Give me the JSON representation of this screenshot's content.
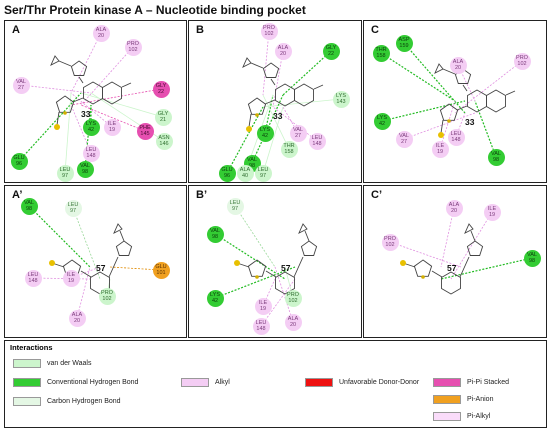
{
  "title": "Ser/Thr Protein kinase A – Nucleotide binding pocket",
  "colors": {
    "vdw": "#ccf5cc",
    "hb": "#33cc33",
    "chb": "#e4f7e4",
    "alkyl": "#f4cdf4",
    "unfav": "#ee1111",
    "pipi": "#e64fb0",
    "pianion": "#f0a020",
    "pialkyl": "#fadcfa"
  },
  "panels": [
    {
      "label": "A",
      "ligand": "33",
      "residues": [
        {
          "name": "ALA",
          "num": "20",
          "type": "alk"
        },
        {
          "name": "PRO",
          "num": "102",
          "type": "alk"
        },
        {
          "name": "VAL",
          "num": "27",
          "type": "alk"
        },
        {
          "name": "GLY",
          "num": "22",
          "type": "pipi"
        },
        {
          "name": "GLY",
          "num": "21",
          "type": "vdw"
        },
        {
          "name": "LYS",
          "num": "42",
          "type": "hb"
        },
        {
          "name": "ILE",
          "num": "19",
          "type": "alk"
        },
        {
          "name": "PHE",
          "num": "145",
          "type": "pipi"
        },
        {
          "name": "ASN",
          "num": "146",
          "type": "vdw"
        },
        {
          "name": "LEU",
          "num": "148",
          "type": "alk"
        },
        {
          "name": "GLU",
          "num": "96",
          "type": "hb"
        },
        {
          "name": "VAL",
          "num": "98",
          "type": "hb"
        },
        {
          "name": "LEU",
          "num": "97",
          "type": "vdw"
        }
      ]
    },
    {
      "label": "B",
      "ligand": "33",
      "residues": [
        {
          "name": "PRO",
          "num": "102",
          "type": "alk"
        },
        {
          "name": "ALA",
          "num": "20",
          "type": "alk"
        },
        {
          "name": "GLY",
          "num": "22",
          "type": "hb"
        },
        {
          "name": "LYS",
          "num": "143",
          "type": "vdw"
        },
        {
          "name": "LYS",
          "num": "42",
          "type": "hb"
        },
        {
          "name": "VAL",
          "num": "27",
          "type": "alk"
        },
        {
          "name": "THR",
          "num": "158",
          "type": "vdw"
        },
        {
          "name": "LEU",
          "num": "148",
          "type": "alk"
        },
        {
          "name": "VAL",
          "num": "98",
          "type": "hb"
        },
        {
          "name": "GLU",
          "num": "96",
          "type": "hb"
        },
        {
          "name": "ALA",
          "num": "40",
          "type": "vdw"
        },
        {
          "name": "LEU",
          "num": "97",
          "type": "vdw"
        }
      ]
    },
    {
      "label": "C",
      "ligand": "33",
      "residues": [
        {
          "name": "THR",
          "num": "158",
          "type": "hb"
        },
        {
          "name": "ASP",
          "num": "159",
          "type": "hb"
        },
        {
          "name": "ALA",
          "num": "20",
          "type": "alk"
        },
        {
          "name": "PRO",
          "num": "102",
          "type": "alk"
        },
        {
          "name": "LYS",
          "num": "42",
          "type": "hb"
        },
        {
          "name": "VAL",
          "num": "27",
          "type": "alk"
        },
        {
          "name": "ILE",
          "num": "19",
          "type": "alk"
        },
        {
          "name": "LEU",
          "num": "148",
          "type": "alk"
        },
        {
          "name": "VAL",
          "num": "98",
          "type": "hb"
        }
      ]
    },
    {
      "label": "A’",
      "ligand": "57",
      "residues": [
        {
          "name": "VAL",
          "num": "98",
          "type": "hb"
        },
        {
          "name": "LEU",
          "num": "97",
          "type": "chb"
        },
        {
          "name": "GLU",
          "num": "101",
          "type": "pian"
        },
        {
          "name": "LEU",
          "num": "148",
          "type": "alk"
        },
        {
          "name": "ILE",
          "num": "19",
          "type": "alk"
        },
        {
          "name": "PRO",
          "num": "102",
          "type": "vdw"
        },
        {
          "name": "ALA",
          "num": "20",
          "type": "alk"
        }
      ]
    },
    {
      "label": "B’",
      "ligand": "57",
      "residues": [
        {
          "name": "LEU",
          "num": "97",
          "type": "chb"
        },
        {
          "name": "VAL",
          "num": "98",
          "type": "hb"
        },
        {
          "name": "LYS",
          "num": "42",
          "type": "hb"
        },
        {
          "name": "ILE",
          "num": "19",
          "type": "alk"
        },
        {
          "name": "PRO",
          "num": "102",
          "type": "vdw"
        },
        {
          "name": "LEU",
          "num": "148",
          "type": "alk"
        },
        {
          "name": "ALA",
          "num": "20",
          "type": "alk"
        }
      ]
    },
    {
      "label": "C’",
      "ligand": "57",
      "residues": [
        {
          "name": "ALA",
          "num": "20",
          "type": "alk"
        },
        {
          "name": "ILE",
          "num": "19",
          "type": "alk"
        },
        {
          "name": "PRO",
          "num": "102",
          "type": "alk"
        },
        {
          "name": "VAL",
          "num": "98",
          "type": "hb"
        }
      ]
    }
  ],
  "legend": {
    "title": "Interactions",
    "items": [
      {
        "label": "van der Waals",
        "color": "#ccf5cc"
      },
      {
        "label": "Conventional Hydrogen Bond",
        "color": "#33cc33"
      },
      {
        "label": "Carbon Hydrogen Bond",
        "color": "#e4f7e4"
      },
      {
        "label": "Alkyl",
        "color": "#f4cdf4"
      },
      {
        "label": "Unfavorable Donor-Donor",
        "color": "#ee1111"
      },
      {
        "label": "Pi-Pi Stacked",
        "color": "#e64fb0"
      },
      {
        "label": "Pi-Anion",
        "color": "#f0a020"
      },
      {
        "label": "Pi-Alkyl",
        "color": "#fadcfa"
      }
    ]
  }
}
